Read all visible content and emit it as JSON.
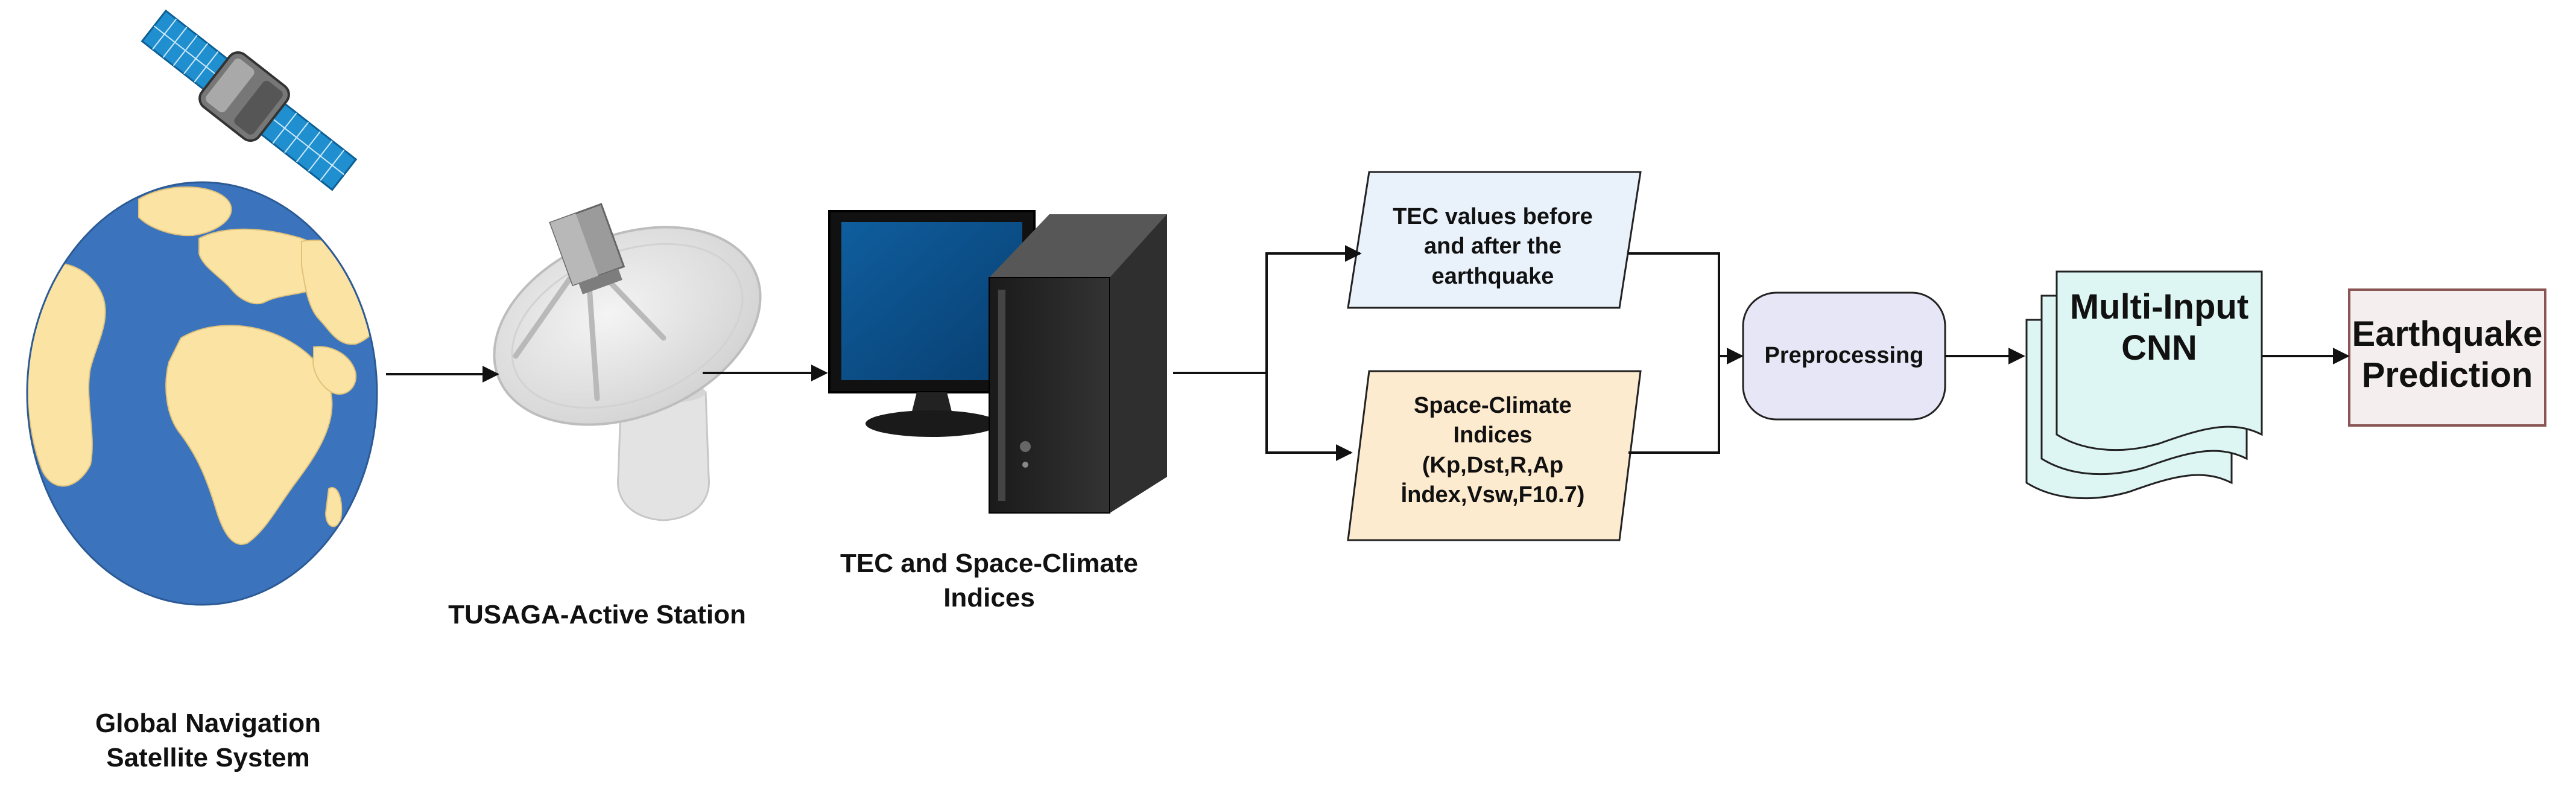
{
  "labels": {
    "gnss": [
      "Global Navigation",
      "Satellite System"
    ],
    "station": "TUSAGA-Active Station",
    "computer": [
      "TEC and Space-Climate",
      "Indices"
    ],
    "tec": [
      "TEC values before",
      "and after the",
      "earthquake"
    ],
    "space_climate": [
      "Space-Climate",
      "Indices",
      "(Kp,Dst,R,Ap",
      "İndex,Vsw,F10.7)"
    ],
    "preprocessing": "Preprocessing",
    "cnn": [
      "Multi-Input",
      "CNN"
    ],
    "prediction": [
      "Earthquake",
      "Prediction"
    ]
  },
  "colors": {
    "ocean": "#3b74bd",
    "land": "#fbe3a3",
    "tec_box": "#e9f1fb",
    "space_box": "#fdebcf",
    "preprocessing_box": "#e7e6f6",
    "cnn_box": "#ddf5f3",
    "prediction_box": "#f5eeee",
    "prediction_border": "#8a5555",
    "monitor_screen": "#0b4f8c",
    "dish": "#e6e6e6",
    "solar_panel": "#1f8fd0"
  },
  "icons": [
    "satellite-icon",
    "globe-icon",
    "dish-antenna-icon",
    "computer-icon"
  ]
}
